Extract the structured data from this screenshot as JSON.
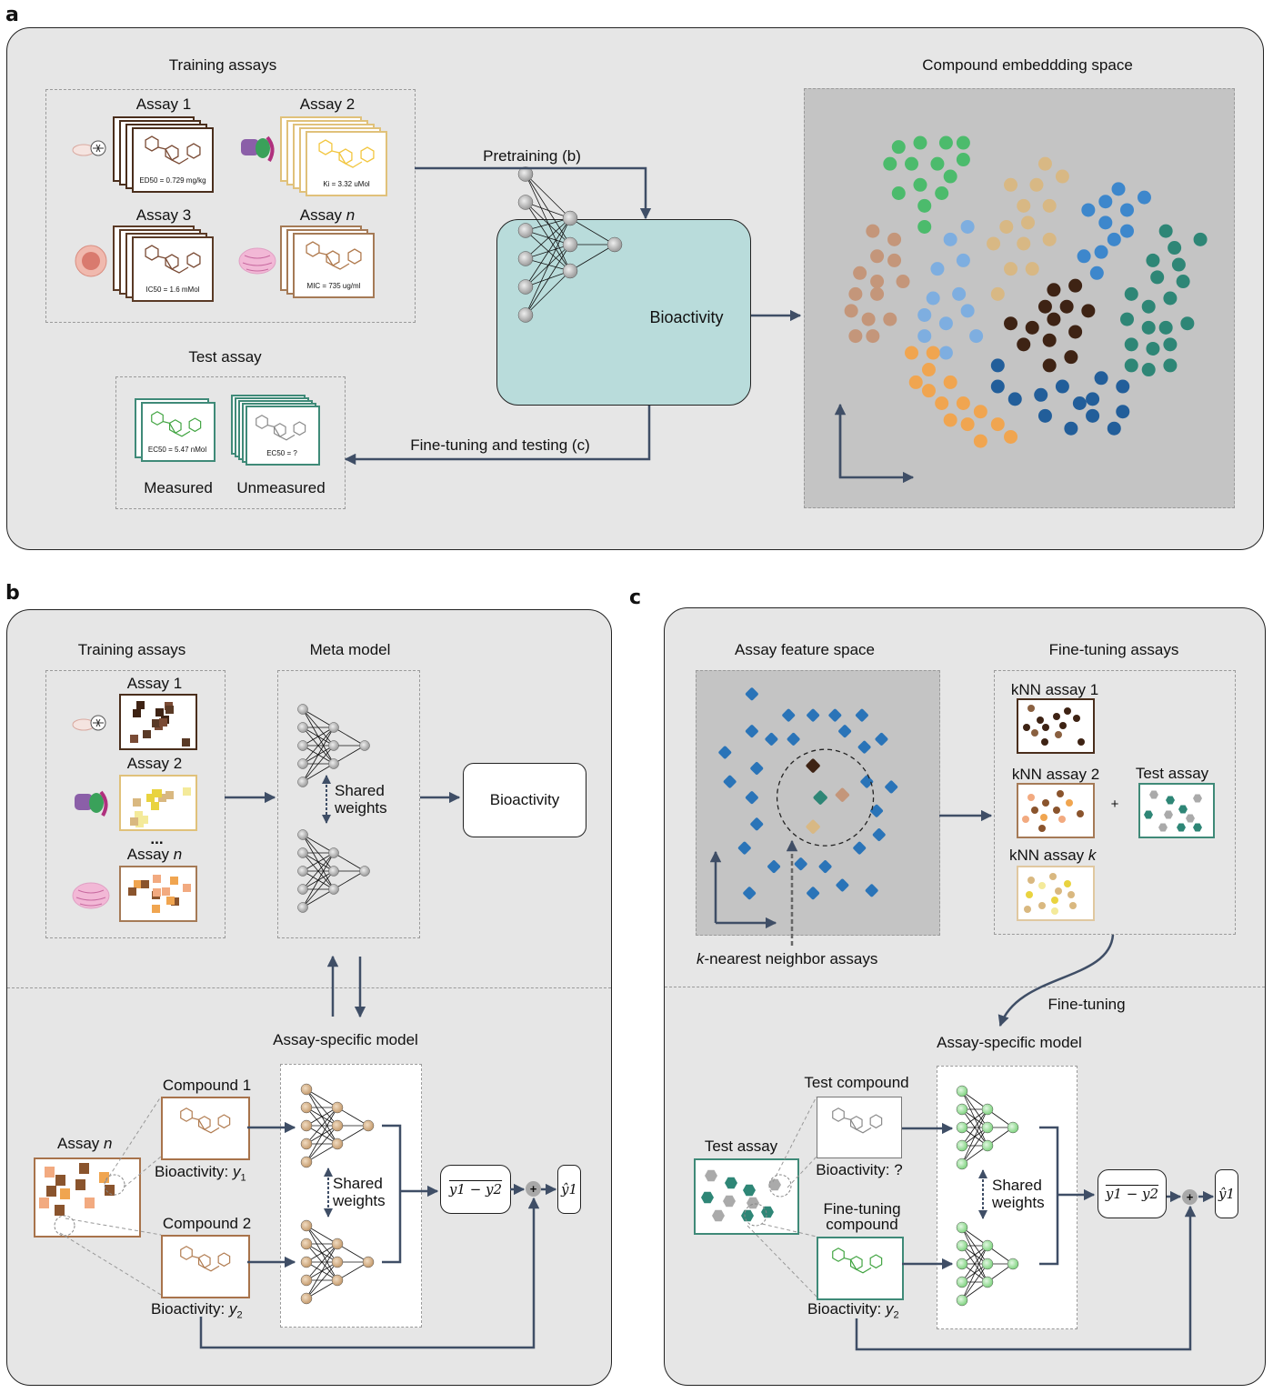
{
  "panel_labels": {
    "a": "a",
    "b": "b",
    "c": "c"
  },
  "colors": {
    "arrow": "#3f4e66",
    "panel_bg": "#e6e6e6",
    "space_bg": "#c4c4c4",
    "model_bg": "#b9dcdb",
    "assay1_border": "#4a2e1c",
    "assay2_border": "#e0c17a",
    "assay3_border": "#5a3a26",
    "assayn_border": "#a57a56",
    "test_border": "#3f8a78",
    "unmeasured_border": "#3f8a78",
    "compound_border": "#a8734b",
    "test_compound_border": "#777777",
    "finetune_compound_border": "#3f8a78",
    "node_gray": "#9a9a9a",
    "node_tan": "#c49a6c",
    "node_green": "#7ed27e"
  },
  "panel_a": {
    "training_title": "Training assays",
    "assays": [
      {
        "label": "Assay 1",
        "italic_suffix": "",
        "value": "ED50 = 0.729 mg/kg",
        "icon": "mouse-icon"
      },
      {
        "label": "Assay 2",
        "italic_suffix": "",
        "value": "Ki = 3.32 uMol",
        "icon": "protein-icon"
      },
      {
        "label": "Assay 3",
        "italic_suffix": "",
        "value": "IC50 = 1.6 mMol",
        "icon": "cell-icon"
      },
      {
        "label": "Assay ",
        "italic_suffix": "n",
        "value": "MIC = 735 ug/ml",
        "icon": "tissue-icon"
      }
    ],
    "test_title": "Test assay",
    "measured_value": "EC50 = 5.47 nMol",
    "measured_label": "Measured",
    "unmeasured_value": "EC50 = ?",
    "unmeasured_label": "Unmeasured",
    "pretraining_label": "Pretraining (b)",
    "finetune_label": "Fine-tuning and testing (c)",
    "model_label": "Bioactivity",
    "embedding_title": "Compound embeddding space"
  },
  "embedding_clusters": [
    {
      "name": "green",
      "color": "#4cbb6c",
      "points": [
        [
          0.22,
          0.14
        ],
        [
          0.27,
          0.13
        ],
        [
          0.33,
          0.13
        ],
        [
          0.37,
          0.13
        ],
        [
          0.2,
          0.18
        ],
        [
          0.25,
          0.18
        ],
        [
          0.31,
          0.18
        ],
        [
          0.37,
          0.17
        ],
        [
          0.27,
          0.23
        ],
        [
          0.34,
          0.21
        ],
        [
          0.22,
          0.25
        ],
        [
          0.32,
          0.25
        ],
        [
          0.28,
          0.28
        ],
        [
          0.28,
          0.33
        ]
      ]
    },
    {
      "name": "tan",
      "color": "#d8b884",
      "points": [
        [
          0.56,
          0.18
        ],
        [
          0.48,
          0.23
        ],
        [
          0.54,
          0.23
        ],
        [
          0.6,
          0.21
        ],
        [
          0.51,
          0.28
        ],
        [
          0.57,
          0.28
        ],
        [
          0.47,
          0.33
        ],
        [
          0.52,
          0.32
        ],
        [
          0.57,
          0.36
        ],
        [
          0.44,
          0.37
        ],
        [
          0.51,
          0.37
        ],
        [
          0.48,
          0.43
        ],
        [
          0.53,
          0.43
        ],
        [
          0.45,
          0.49
        ]
      ]
    },
    {
      "name": "blue",
      "color": "#3d87cc",
      "points": [
        [
          0.73,
          0.24
        ],
        [
          0.79,
          0.26
        ],
        [
          0.66,
          0.29
        ],
        [
          0.7,
          0.27
        ],
        [
          0.75,
          0.29
        ],
        [
          0.7,
          0.32
        ],
        [
          0.75,
          0.34
        ],
        [
          0.72,
          0.36
        ],
        [
          0.65,
          0.4
        ],
        [
          0.69,
          0.39
        ],
        [
          0.68,
          0.44
        ]
      ]
    },
    {
      "name": "light-blue",
      "color": "#7eaee0",
      "points": [
        [
          0.38,
          0.33
        ],
        [
          0.34,
          0.36
        ],
        [
          0.37,
          0.41
        ],
        [
          0.31,
          0.43
        ],
        [
          0.3,
          0.5
        ],
        [
          0.36,
          0.49
        ],
        [
          0.28,
          0.54
        ],
        [
          0.33,
          0.56
        ],
        [
          0.38,
          0.53
        ],
        [
          0.28,
          0.59
        ],
        [
          0.4,
          0.59
        ],
        [
          0.33,
          0.63
        ]
      ]
    },
    {
      "name": "brown",
      "color": "#c4967a",
      "points": [
        [
          0.16,
          0.34
        ],
        [
          0.21,
          0.36
        ],
        [
          0.17,
          0.4
        ],
        [
          0.21,
          0.41
        ],
        [
          0.13,
          0.44
        ],
        [
          0.17,
          0.46
        ],
        [
          0.23,
          0.46
        ],
        [
          0.12,
          0.49
        ],
        [
          0.17,
          0.49
        ],
        [
          0.11,
          0.53
        ],
        [
          0.15,
          0.55
        ],
        [
          0.2,
          0.55
        ],
        [
          0.12,
          0.59
        ],
        [
          0.16,
          0.59
        ]
      ]
    },
    {
      "name": "teal",
      "color": "#2e8676",
      "points": [
        [
          0.84,
          0.34
        ],
        [
          0.92,
          0.36
        ],
        [
          0.86,
          0.38
        ],
        [
          0.81,
          0.41
        ],
        [
          0.87,
          0.42
        ],
        [
          0.82,
          0.45
        ],
        [
          0.88,
          0.46
        ],
        [
          0.76,
          0.49
        ],
        [
          0.8,
          0.52
        ],
        [
          0.85,
          0.5
        ],
        [
          0.75,
          0.55
        ],
        [
          0.8,
          0.57
        ],
        [
          0.84,
          0.57
        ],
        [
          0.89,
          0.56
        ],
        [
          0.76,
          0.61
        ],
        [
          0.81,
          0.62
        ],
        [
          0.85,
          0.61
        ],
        [
          0.76,
          0.66
        ],
        [
          0.8,
          0.67
        ],
        [
          0.85,
          0.66
        ]
      ]
    },
    {
      "name": "dark-brown",
      "color": "#3e2314",
      "points": [
        [
          0.58,
          0.48
        ],
        [
          0.63,
          0.47
        ],
        [
          0.56,
          0.52
        ],
        [
          0.61,
          0.52
        ],
        [
          0.66,
          0.53
        ],
        [
          0.48,
          0.56
        ],
        [
          0.53,
          0.57
        ],
        [
          0.58,
          0.55
        ],
        [
          0.63,
          0.58
        ],
        [
          0.51,
          0.61
        ],
        [
          0.57,
          0.6
        ],
        [
          0.62,
          0.64
        ],
        [
          0.57,
          0.66
        ]
      ]
    },
    {
      "name": "orange",
      "color": "#f0a550",
      "points": [
        [
          0.25,
          0.63
        ],
        [
          0.3,
          0.63
        ],
        [
          0.29,
          0.67
        ],
        [
          0.26,
          0.7
        ],
        [
          0.34,
          0.7
        ],
        [
          0.29,
          0.72
        ],
        [
          0.32,
          0.75
        ],
        [
          0.37,
          0.75
        ],
        [
          0.41,
          0.77
        ],
        [
          0.34,
          0.79
        ],
        [
          0.38,
          0.8
        ],
        [
          0.45,
          0.8
        ],
        [
          0.48,
          0.83
        ],
        [
          0.41,
          0.84
        ]
      ]
    },
    {
      "name": "dark-blue",
      "color": "#225e9a",
      "points": [
        [
          0.45,
          0.66
        ],
        [
          0.69,
          0.69
        ],
        [
          0.45,
          0.71
        ],
        [
          0.6,
          0.71
        ],
        [
          0.74,
          0.71
        ],
        [
          0.49,
          0.74
        ],
        [
          0.55,
          0.73
        ],
        [
          0.67,
          0.74
        ],
        [
          0.64,
          0.75
        ],
        [
          0.74,
          0.77
        ],
        [
          0.56,
          0.78
        ],
        [
          0.67,
          0.78
        ],
        [
          0.62,
          0.81
        ],
        [
          0.72,
          0.81
        ]
      ]
    }
  ],
  "panel_b": {
    "training_title": "Training assays",
    "assays": [
      {
        "label": "Assay 1",
        "italic_suffix": ""
      },
      {
        "label": "Assay 2",
        "italic_suffix": ""
      },
      {
        "label": "Assay ",
        "italic_suffix": "n"
      }
    ],
    "ellipsis": "...",
    "meta_title": "Meta model",
    "shared_weights_1": "Shared",
    "shared_weights_2": "weights",
    "bioactivity_box": "Bioactivity",
    "assay_specific_title": "Assay-specific model",
    "assay_n_label": "Assay ",
    "assay_n_italic": "n",
    "compound1_label": "Compound 1",
    "compound2_label": "Compound 2",
    "bioactivity_y1_prefix": "Bioactivity: ",
    "bioactivity_y1_var": "y",
    "bioactivity_y1_sub": "1",
    "bioactivity_y2_prefix": "Bioactivity: ",
    "bioactivity_y2_var": "y",
    "bioactivity_y2_sub": "2",
    "diff_box": "y1 − y2",
    "plus": "+",
    "output_box": "ŷ1"
  },
  "panel_c": {
    "feature_space_title": "Assay feature space",
    "finetune_title": "Fine-tuning assays",
    "knn1_label": "kNN assay 1",
    "knn2_label": "kNN assay 2",
    "knnk_label": "kNN assay ",
    "knnk_italic": "k",
    "test_assay_label": "Test assay",
    "plus": "+",
    "knn_caption_italic": "k",
    "knn_caption": "-nearest neighbor assays",
    "finetuning_label": "Fine-tuning",
    "assay_specific_title": "Assay-specific model",
    "test_assay_left": "Test assay",
    "test_compound_label": "Test compound",
    "bioactivity_q": "Bioactivity: ?",
    "finetune_compound_1": "Fine-tuning",
    "finetune_compound_2": "compound",
    "bioactivity_y2_prefix": "Bioactivity: ",
    "bioactivity_y2_var": "y",
    "bioactivity_y2_sub": "2",
    "shared_weights_1": "Shared",
    "shared_weights_2": "weights",
    "diff_box": "y1 − y2",
    "plus_node": "+",
    "output_box": "ŷ1"
  },
  "feature_space_points": {
    "blue": [
      [
        0.23,
        0.09
      ],
      [
        0.38,
        0.17
      ],
      [
        0.48,
        0.17
      ],
      [
        0.57,
        0.17
      ],
      [
        0.68,
        0.17
      ],
      [
        0.23,
        0.23
      ],
      [
        0.31,
        0.26
      ],
      [
        0.4,
        0.26
      ],
      [
        0.61,
        0.23
      ],
      [
        0.69,
        0.29
      ],
      [
        0.76,
        0.26
      ],
      [
        0.12,
        0.31
      ],
      [
        0.25,
        0.37
      ],
      [
        0.14,
        0.42
      ],
      [
        0.23,
        0.48
      ],
      [
        0.7,
        0.42
      ],
      [
        0.8,
        0.44
      ],
      [
        0.74,
        0.53
      ],
      [
        0.25,
        0.58
      ],
      [
        0.2,
        0.67
      ],
      [
        0.75,
        0.62
      ],
      [
        0.67,
        0.67
      ],
      [
        0.32,
        0.74
      ],
      [
        0.43,
        0.73
      ],
      [
        0.53,
        0.74
      ],
      [
        0.6,
        0.81
      ],
      [
        0.22,
        0.84
      ],
      [
        0.48,
        0.84
      ],
      [
        0.72,
        0.83
      ]
    ],
    "neighbors": [
      {
        "color": "#3e2314",
        "pos": [
          0.48,
          0.36
        ]
      },
      {
        "color": "#2e8676",
        "pos": [
          0.51,
          0.48
        ]
      },
      {
        "color": "#c4967a",
        "pos": [
          0.6,
          0.47
        ]
      },
      {
        "color": "#d8b884",
        "pos": [
          0.48,
          0.59
        ]
      }
    ]
  }
}
